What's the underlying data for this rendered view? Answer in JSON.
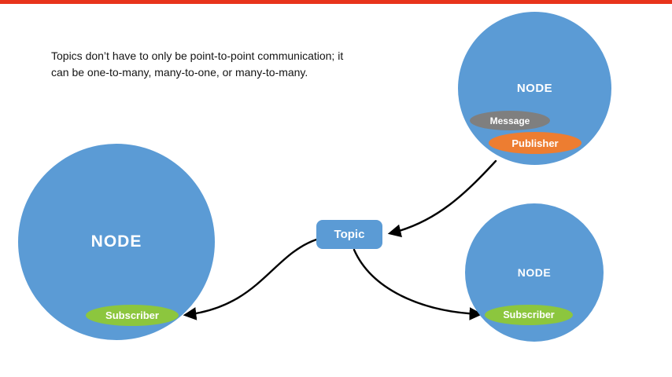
{
  "caption": {
    "text": "Topics don’t have to only be point-to-point communication; it\ncan be one-to-many, many-to-one, or many-to-many."
  },
  "colors": {
    "top_bar": "#e8341c",
    "node_fill": "#5b9bd5",
    "topic_fill": "#5b9bd5",
    "publisher_fill": "#ed7d31",
    "subscriber_fill": "#8cc63e",
    "message_fill": "#7f7f7f",
    "arrow": "#000000"
  },
  "nodes": {
    "left": {
      "label": "NODE",
      "badge": "Subscriber"
    },
    "top_right": {
      "label": "NODE",
      "message_badge": "Message",
      "badge": "Publisher"
    },
    "bottom_right": {
      "label": "NODE",
      "badge": "Subscriber"
    }
  },
  "topic": {
    "label": "Topic"
  }
}
